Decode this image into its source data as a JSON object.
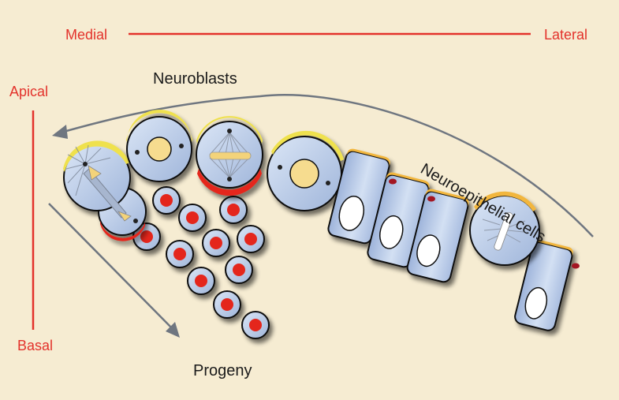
{
  "colors": {
    "background": "#f6ecd2",
    "axis": "#e3322b",
    "arrow": "#6f7680",
    "cell_fill": "#c9d8ef",
    "cell_fill_dark": "#9fb5da",
    "nucleus_neuroblast": "#f6dc8f",
    "nucleus_progeny": "#e4261c",
    "apical_cap": "#efe14e",
    "basal_cap": "#e4261c",
    "junction": "#a31622",
    "epi_apical": "#f2b63d"
  },
  "labels": {
    "medial": "Medial",
    "lateral": "Lateral",
    "apical": "Apical",
    "basal": "Basal",
    "neuroblasts": "Neuroblasts",
    "progeny": "Progeny",
    "neuroepithelial": "Neuroepithelial cells"
  },
  "icons": {
    "neuroblast": "round-cell-icon",
    "progeny": "progeny-cell-icon",
    "neuroepithelial": "columnar-cell-icon",
    "spindle": "mitotic-spindle-icon"
  }
}
